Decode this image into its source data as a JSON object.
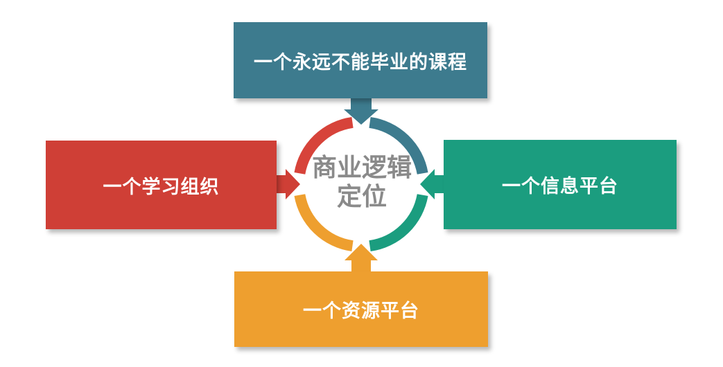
{
  "center": {
    "line1": "商业逻辑",
    "line2": "定位"
  },
  "boxes": {
    "top": {
      "label": "一个永远不能毕业的课程",
      "color": "#3d7b8e"
    },
    "left": {
      "label": "一个学习组织",
      "color": "#cf3f36"
    },
    "right": {
      "label": "一个信息平台",
      "color": "#1b9d7f"
    },
    "bottom": {
      "label": "一个资源平台",
      "color": "#ee9f2f"
    }
  },
  "ring_colors": {
    "top_left": "#d7433a",
    "top_right": "#3d7b8e",
    "bottom_right": "#1b9d7f",
    "bottom_left": "#ee9f2f"
  }
}
